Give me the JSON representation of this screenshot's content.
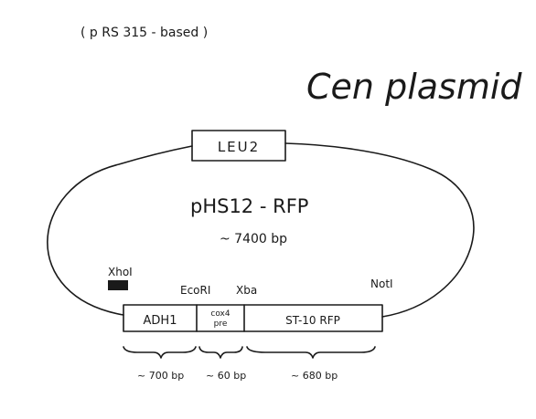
{
  "header": {
    "note": "( p RS 315 - based )",
    "title": "Cen plasmid"
  },
  "plasmid": {
    "name": "pHS12 - RFP",
    "size": "~ 7400 bp",
    "marker": "LEU2"
  },
  "sites": {
    "xhoi": "XhoI",
    "ecori": "EcoRI",
    "xba": "Xba",
    "noti": "NotI"
  },
  "segments": {
    "adh1": "ADH1",
    "cox4_line1": "cox4",
    "cox4_line2": "pre",
    "st10": "ST-10 RFP"
  },
  "sizes": {
    "adh1": "~ 700 bp",
    "cox4": "~ 60 bp",
    "st10": "~ 680 bp"
  }
}
